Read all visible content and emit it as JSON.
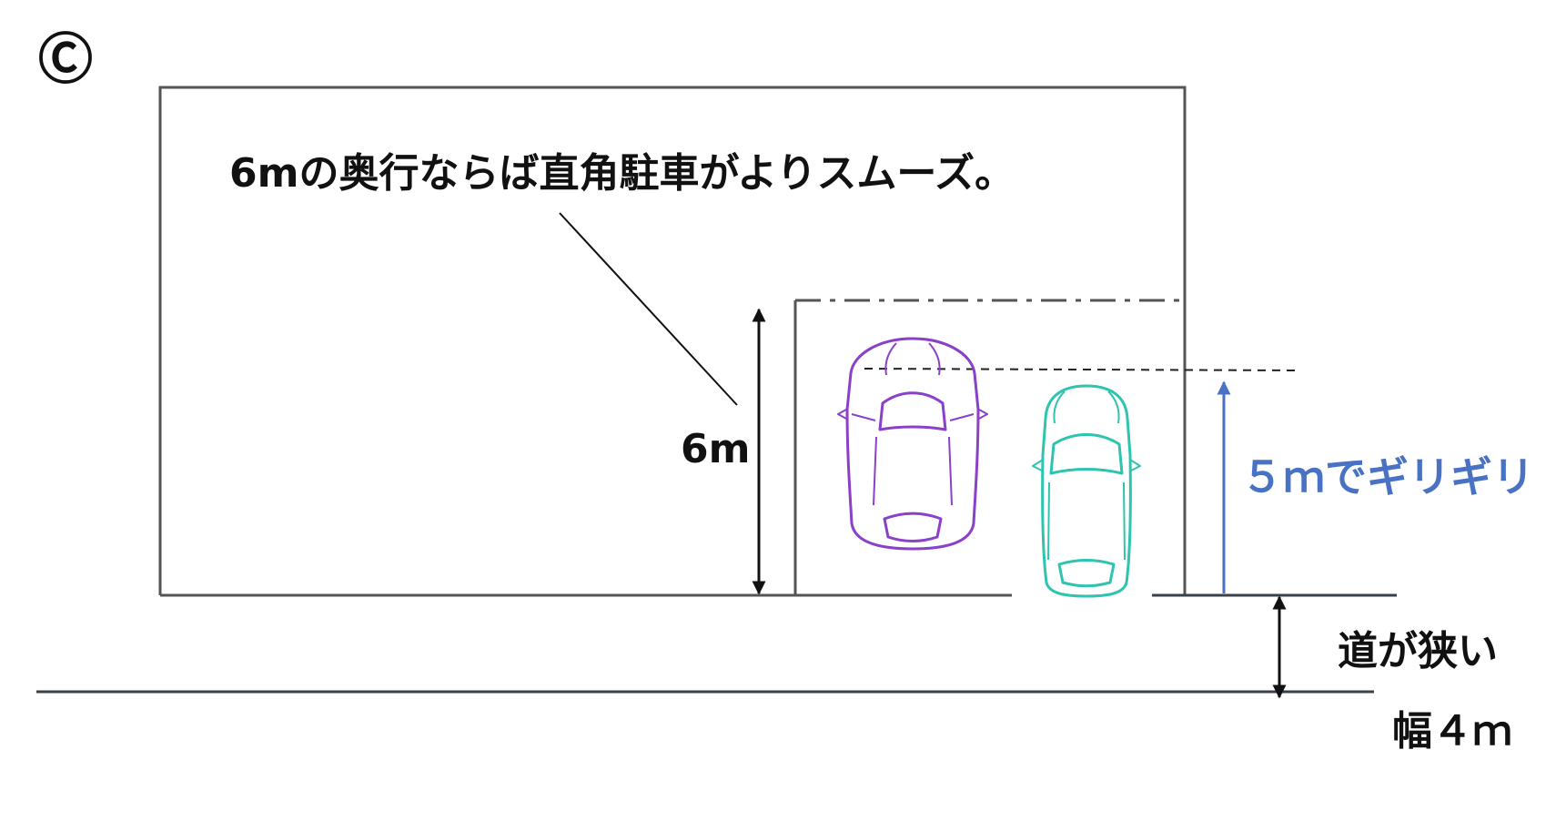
{
  "marker": "Ⓒ",
  "annotation": "6mの奥行ならば直角駐車がよりスムーズ。",
  "depth_label": "6m",
  "clearance_label": "５ｍでギリギリ",
  "road_label": "道が狭い",
  "road_width_label": "幅４ｍ",
  "colors": {
    "line": "#555555",
    "road_line": "#3a4048",
    "arrow": "#111111",
    "blue": "#4a72c4",
    "car_purple": "#8a40c8",
    "car_teal": "#2ec4b0"
  }
}
